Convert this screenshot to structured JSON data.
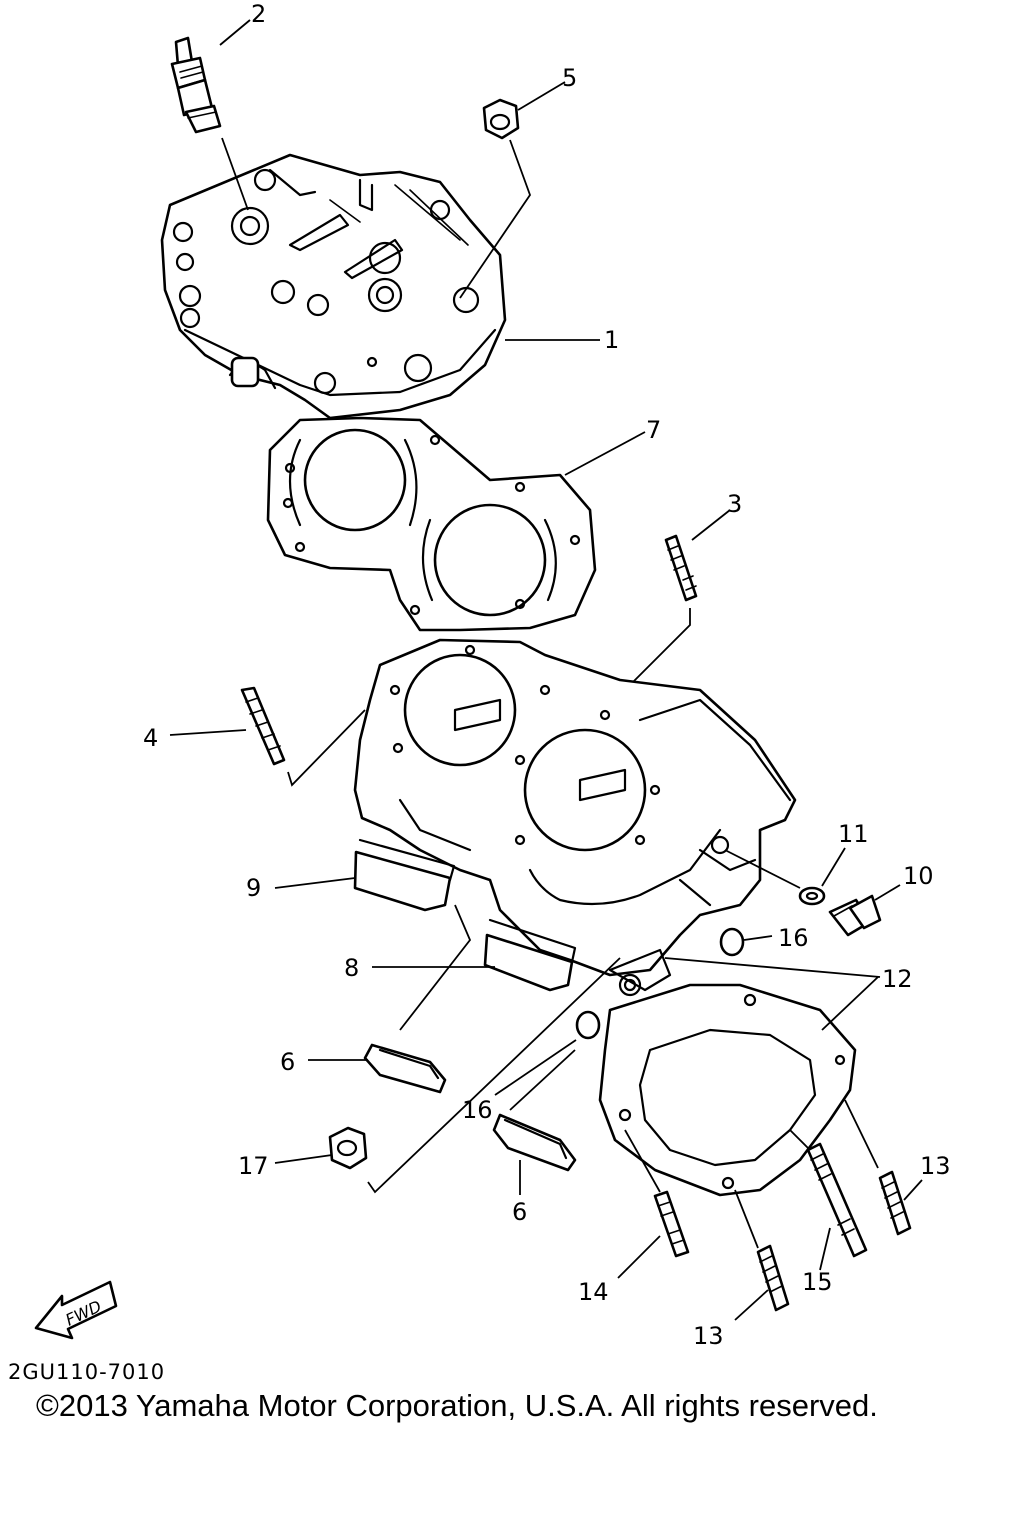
{
  "diagram_code": "2GU110-7010",
  "copyright": "©2013 Yamaha Motor Corporation, U.S.A. All rights reserved.",
  "fwd_label": "FWD",
  "callouts": {
    "c1": "1",
    "c2": "2",
    "c3": "3",
    "c4": "4",
    "c5": "5",
    "c6a": "6",
    "c6b": "6",
    "c7": "7",
    "c8": "8",
    "c9": "9",
    "c10": "10",
    "c11": "11",
    "c12": "12",
    "c13a": "13",
    "c13b": "13",
    "c14": "14",
    "c15": "15",
    "c16a": "16",
    "c16b": "16",
    "c17": "17"
  }
}
